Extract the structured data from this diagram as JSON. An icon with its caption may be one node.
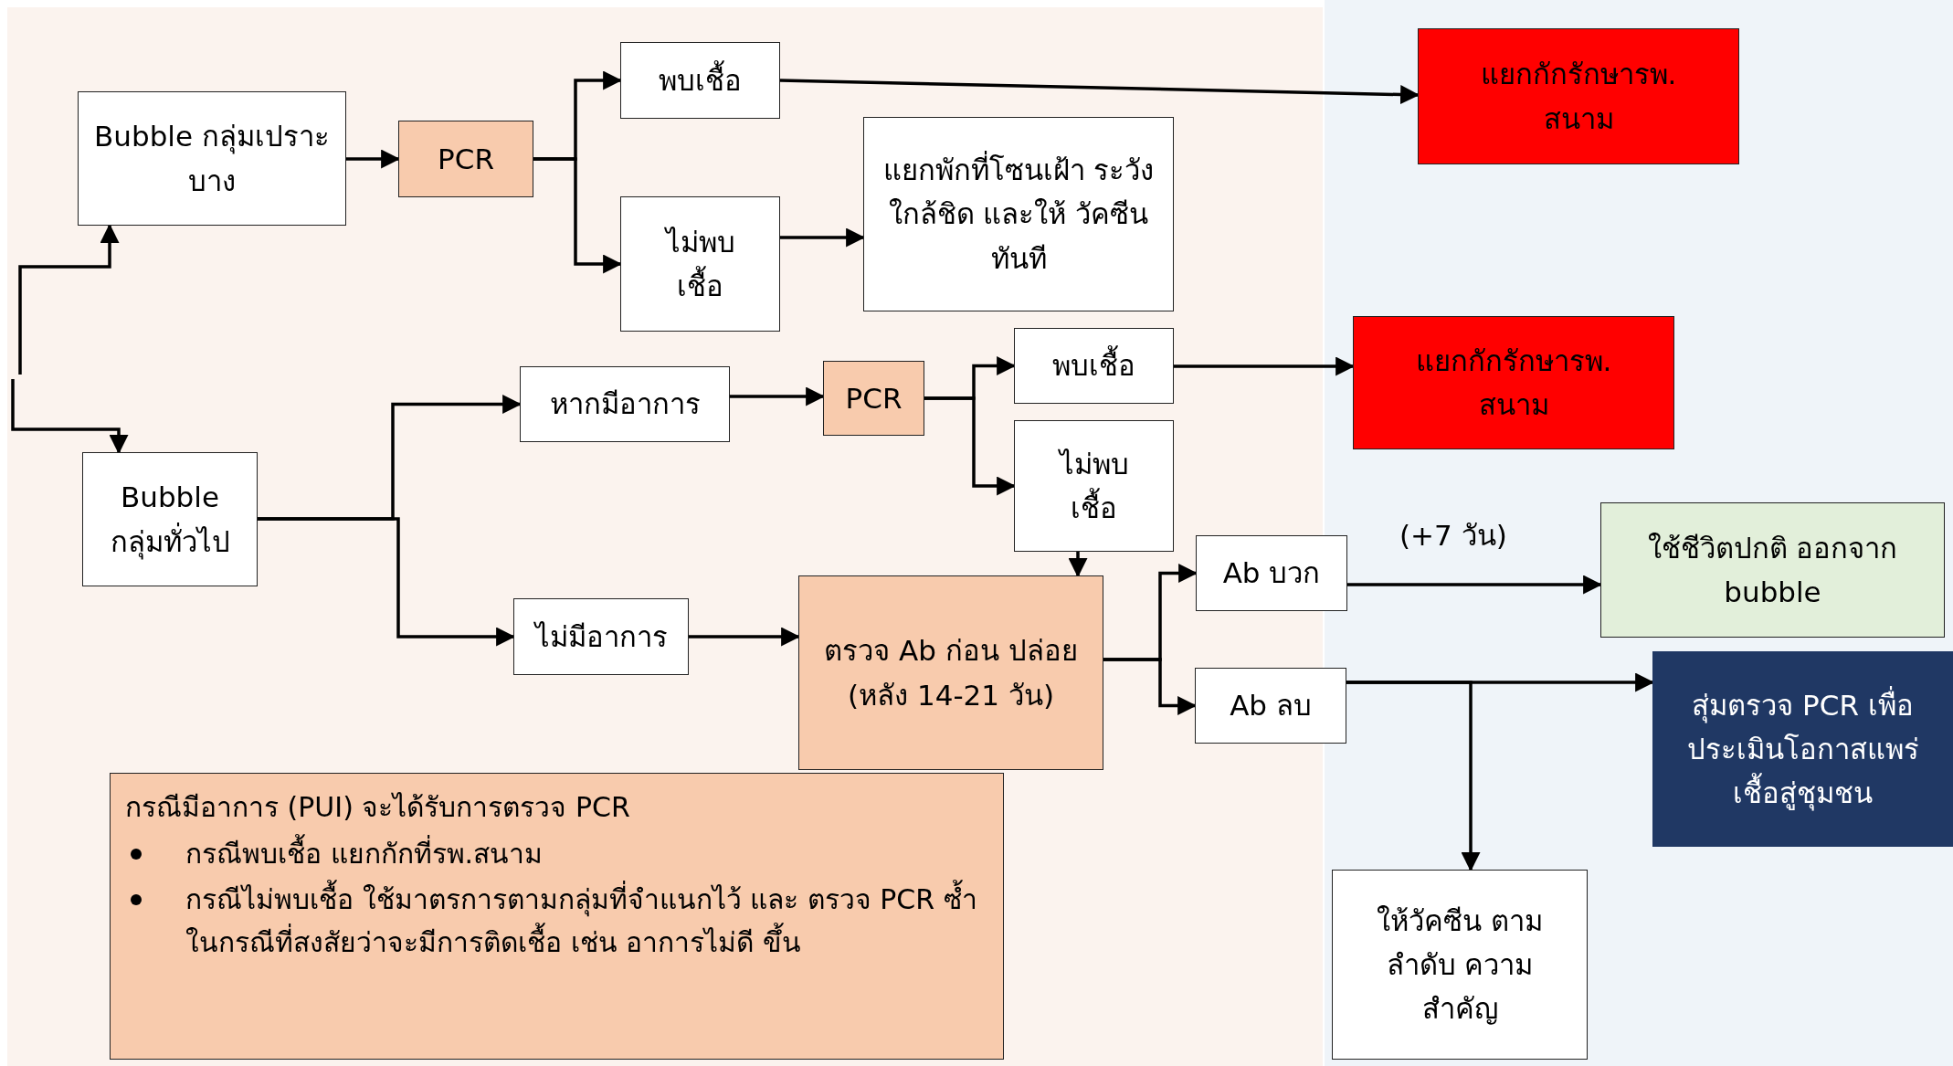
{
  "diagram": {
    "nodes": [
      {
        "text": [
          "Bubble กลุ่มเปราะบาง"
        ]
      },
      {
        "text": [
          "PCR"
        ]
      },
      {
        "text": [
          "พบเชื้อ"
        ]
      },
      {
        "text": [
          "ไม่พบ เชื้อ"
        ]
      },
      {
        "text": [
          "แยกพักที่โซนเฝ้า ระวังใกล้ชิด และให้ วัคซีนทันที"
        ]
      },
      {
        "text": [
          "แยกกักรักษารพ. สนาม"
        ]
      },
      {
        "text": [
          "Bubble กลุ่มทั่วไป"
        ]
      },
      {
        "text": [
          "หากมีอาการ"
        ]
      },
      {
        "text": [
          "PCR"
        ]
      },
      {
        "text": [
          "พบเชื้อ"
        ]
      },
      {
        "text": [
          "ไม่พบ เชื้อ"
        ]
      },
      {
        "text": [
          "แยกกักรักษารพ. สนาม"
        ]
      },
      {
        "text": [
          "ไม่มีอาการ"
        ]
      },
      {
        "text": [
          "ตรวจ Ab ก่อน ปล่อย (หลัง 14-21 วัน)"
        ]
      },
      {
        "text": [
          "Ab บวก"
        ]
      },
      {
        "text": [
          "Ab ลบ"
        ]
      },
      {
        "text": [
          "ใช้ชีวิตปกติ ออกจาก bubble"
        ]
      },
      {
        "text": [
          "สุ่มตรวจ PCR เพื่อ ประเมินโอกาสแพร่ เชื้อสู่ชุมชน"
        ]
      },
      {
        "text": [
          "ให้วัคซีน ตามลำดับ ความสำคัญ"
        ]
      },
      {
        "text": [
          "กรณีมีอาการ (PUI) จะได้รับการตรวจ PCR",
          "กรณีพบเชื้อ แยกกักที่รพ.สนาม",
          "กรณีไม่พบเชื้อ ใช้มาตรการตามกลุ่มที่จำแนกไว้ และ ตรวจ PCR ซ้ำ ในกรณีที่สงสัยว่าจะมีการติดเชื้อ เช่น อาการไม่ดี ขึ้น"
        ]
      }
    ],
    "edges": [
      {
        "from": null,
        "to": 0,
        "arrow": "to"
      },
      {
        "from": null,
        "to": 6,
        "arrow": "to"
      },
      {
        "from": 0,
        "to": 1,
        "arrow": "to"
      },
      {
        "from": 1,
        "to": 2,
        "arrow": "to"
      },
      {
        "from": 1,
        "to": 3,
        "arrow": "to"
      },
      {
        "from": 2,
        "to": 5,
        "arrow": "to"
      },
      {
        "from": 3,
        "to": 4,
        "arrow": "to"
      },
      {
        "from": 6,
        "to": 7,
        "arrow": "to"
      },
      {
        "from": 6,
        "to": 12,
        "arrow": "to"
      },
      {
        "from": 7,
        "to": 8,
        "arrow": "to"
      },
      {
        "from": 8,
        "to": 9,
        "arrow": "to"
      },
      {
        "from": 8,
        "to": 10,
        "arrow": "to"
      },
      {
        "from": 9,
        "to": 11,
        "arrow": "to"
      },
      {
        "from": 10,
        "to": 13,
        "arrow": "to"
      },
      {
        "from": 12,
        "to": 13,
        "arrow": "to"
      },
      {
        "from": 13,
        "to": 14,
        "arrow": "to"
      },
      {
        "from": 13,
        "to": 15,
        "arrow": "to"
      },
      {
        "from": 14,
        "to": 16,
        "label": "(+7 วัน)",
        "arrow": "to"
      },
      {
        "from": 15,
        "to": 17,
        "arrow": "to"
      },
      {
        "from": 15,
        "to": 18,
        "arrow": "to"
      }
    ]
  }
}
